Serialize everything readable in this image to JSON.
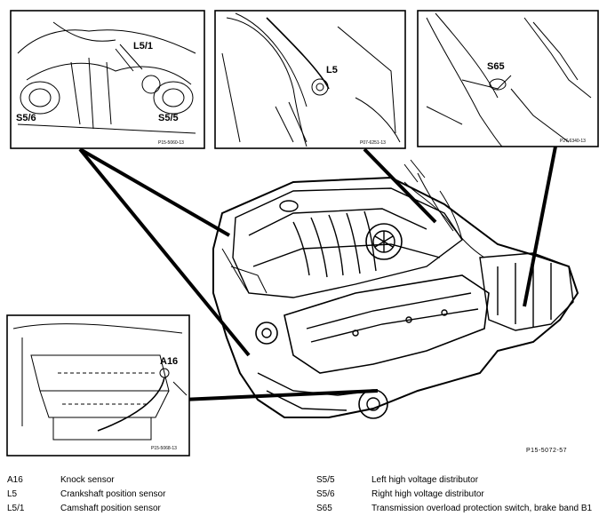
{
  "insets": {
    "top_left": {
      "labels": [
        "L5/1",
        "S5/6",
        "S5/5"
      ],
      "ref": "P15-5060-13"
    },
    "top_center": {
      "labels": [
        "L5"
      ],
      "ref": "P07-6251-13"
    },
    "top_right": {
      "labels": [
        "S65"
      ],
      "ref": "P27-6340-13"
    },
    "bottom_left": {
      "labels": [
        "A16"
      ],
      "ref": "P15-5068-13"
    }
  },
  "main_ref": "P15-5072-57",
  "legend": {
    "left": [
      {
        "code": "A16",
        "desc": "Knock sensor"
      },
      {
        "code": "L5",
        "desc": "Crankshaft position sensor"
      },
      {
        "code": "L5/1",
        "desc": "Camshaft position sensor"
      }
    ],
    "right": [
      {
        "code": "S5/5",
        "desc": "Left high voltage distributor"
      },
      {
        "code": "S5/6",
        "desc": "Right high voltage distributor"
      },
      {
        "code": "S65",
        "desc": "Transmission overload protection switch, brake band B1"
      }
    ]
  }
}
